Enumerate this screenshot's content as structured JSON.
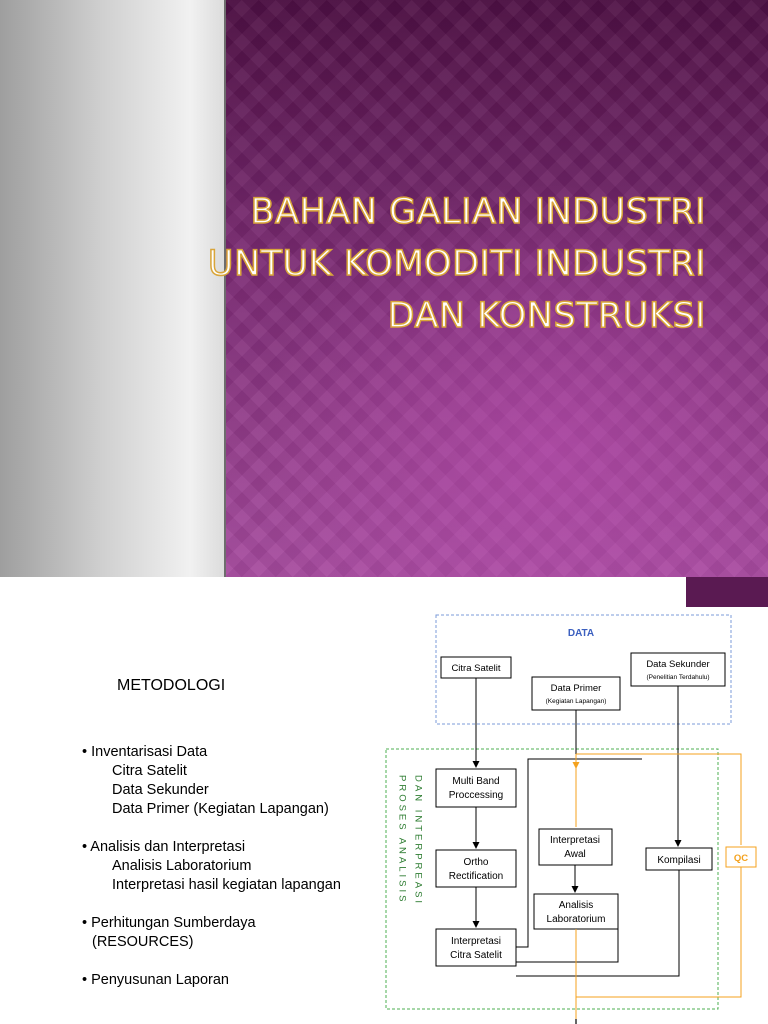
{
  "slide1": {
    "title_lines": [
      "BAHAN GALIAN INDUSTRI",
      "UNTUK KOMODITI INDUSTRI",
      "DAN KONSTRUKSI"
    ]
  },
  "slide2": {
    "heading": "METODOLOGI",
    "bullets": [
      {
        "label": "• Inventarisasi Data",
        "items": [
          "Citra Satelit",
          "Data Sekunder",
          "Data Primer (Kegiatan Lapangan)"
        ]
      },
      {
        "label": "• Analisis dan Interpretasi",
        "items": [
          "Analisis Laboratorium",
          "Interpretasi hasil kegiatan lapangan"
        ]
      },
      {
        "label": "• Perhitungan Sumberdaya",
        "items": [
          "(RESOURCES)"
        ]
      },
      {
        "label": "• Penyusunan Laporan",
        "items": []
      }
    ],
    "diagram": {
      "data_group_label": "DATA",
      "process_label_col1": "PROSES ANALISIS",
      "process_label_col2": "DAN INTERPREASI",
      "citra_satelit": "Citra Satelit",
      "data_primer": "Data Primer",
      "data_primer_sub": "(Kegiatan Lapangan)",
      "data_sekunder": "Data Sekunder",
      "data_sekunder_sub": "(Penelitian Terdahulu)",
      "multi_band_1": "Multi Band",
      "multi_band_2": "Proccessing",
      "ortho_1": "Ortho",
      "ortho_2": "Rectification",
      "interp_citra_1": "Interpretasi",
      "interp_citra_2": "Citra Satelit",
      "interp_awal_1": "Interpretasi",
      "interp_awal_2": "Awal",
      "analisis_lab_1": "Analisis",
      "analisis_lab_2": "Laboratorium",
      "kompilasi": "Kompilasi",
      "qc": "QC"
    }
  }
}
